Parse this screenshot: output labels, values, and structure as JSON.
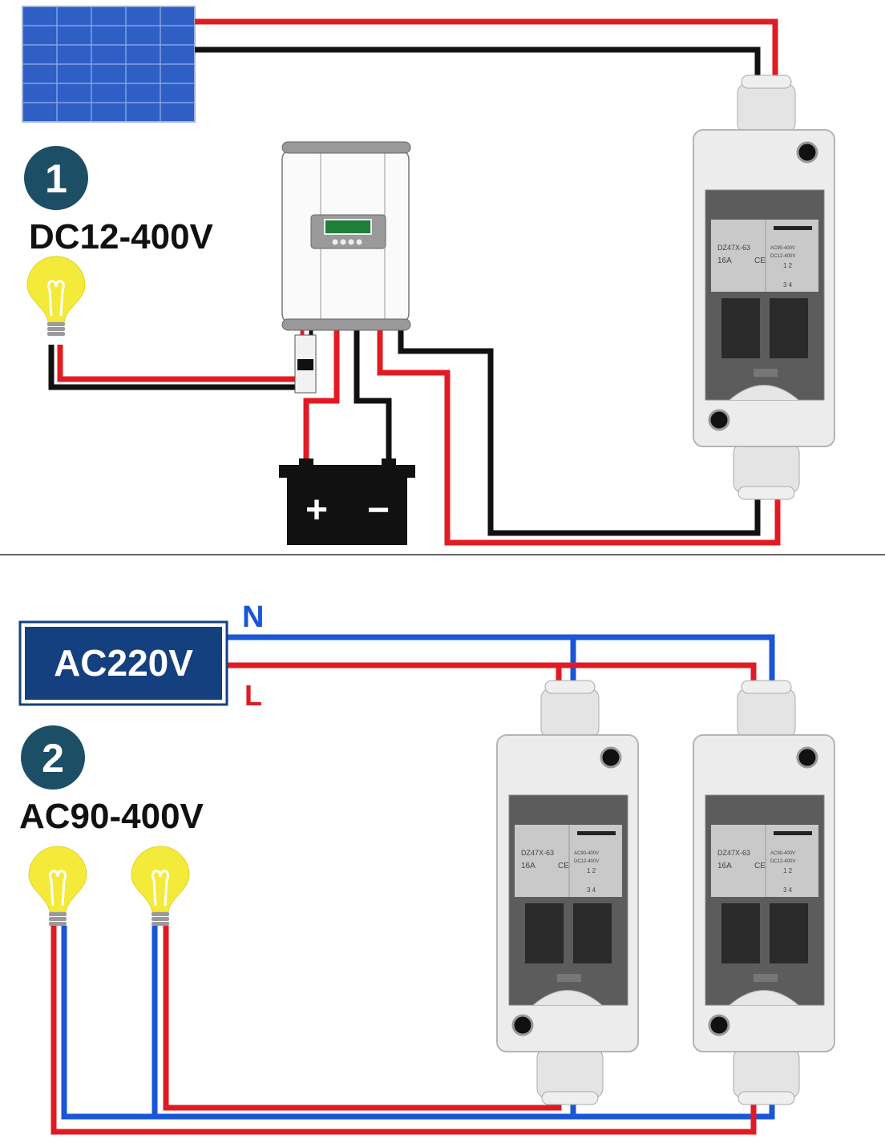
{
  "section1": {
    "number": "1",
    "voltage": "DC12-400V",
    "battery": {
      "plus": "+",
      "minus": "−"
    }
  },
  "section2": {
    "number": "2",
    "voltage": "AC90-400V",
    "source_label": "AC220V",
    "neutral_label": "N",
    "live_label": "L"
  },
  "breaker": {
    "model": "DZ47X-63",
    "rating": "16A",
    "ce": "CE",
    "ac_range": "AC90-400V",
    "dc_range": "DC12-400V",
    "poles_top": "1 2",
    "poles_bottom": "3 4"
  },
  "colors": {
    "red": "#e01b24",
    "black": "#111111",
    "blue": "#1a56d6",
    "badge": "#1c4f66",
    "label_box": "#15407f",
    "bulb": "#f4ea3a",
    "panel": "#2f5fc4"
  }
}
